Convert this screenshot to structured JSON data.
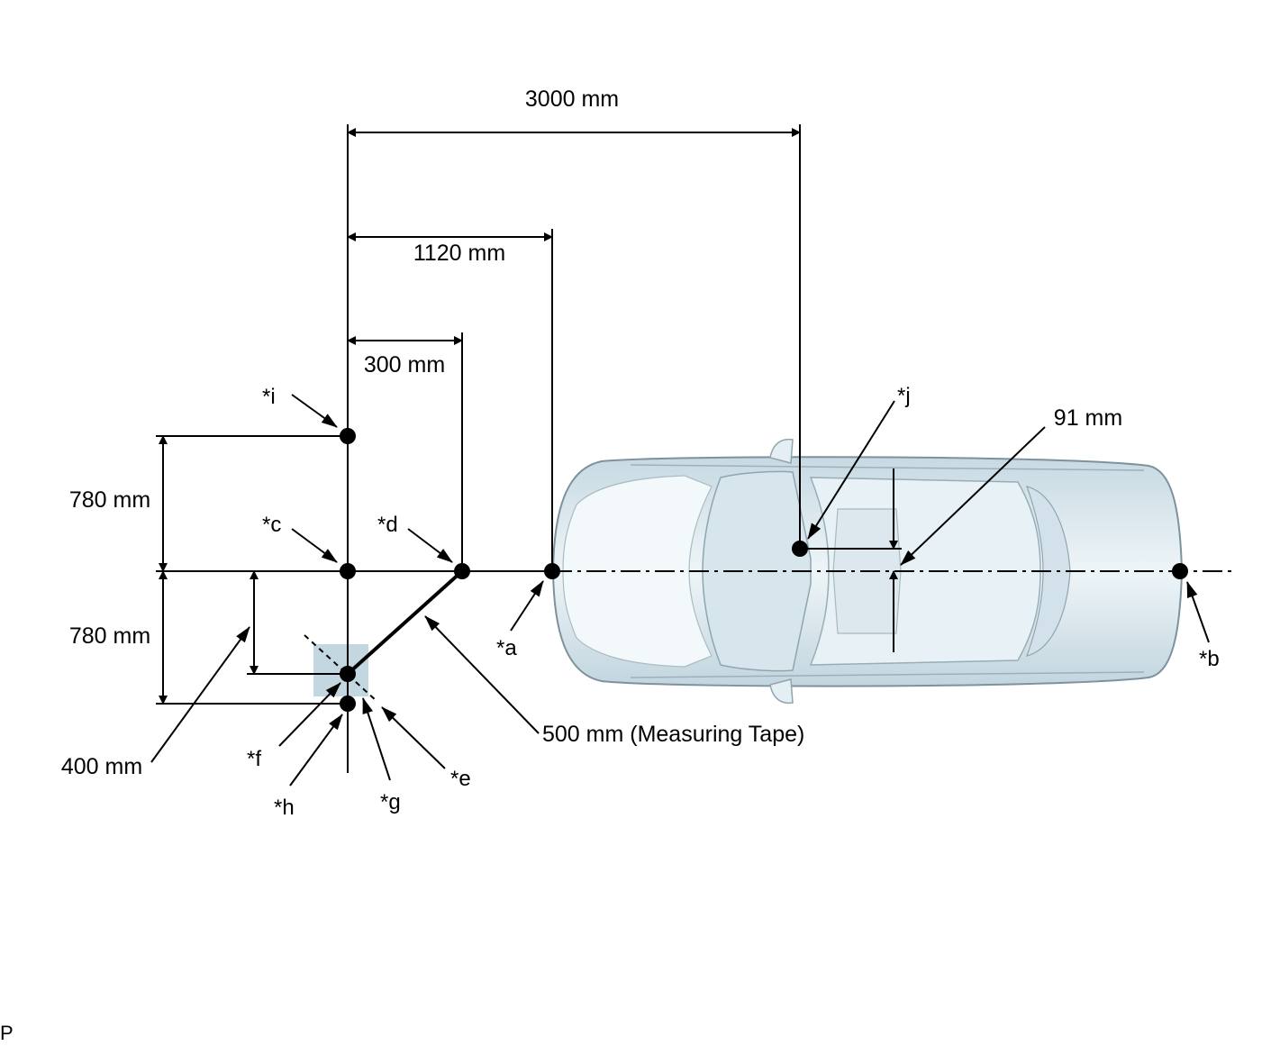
{
  "dimensions": {
    "d3000": "3000 mm",
    "d1120": "1120 mm",
    "d300": "300 mm",
    "d780_upper": "780 mm",
    "d780_lower": "780 mm",
    "d400": "400 mm",
    "d91": "91 mm",
    "d500": "500 mm (Measuring Tape)"
  },
  "callouts": {
    "a": "*a",
    "b": "*b",
    "c": "*c",
    "d": "*d",
    "e": "*e",
    "f": "*f",
    "g": "*g",
    "h": "*h",
    "i": "*i",
    "j": "*j"
  },
  "corner_mark": "P",
  "colors": {
    "line": "#000000",
    "highlight": "#b9d0dc",
    "car_body": "#e3eef3",
    "car_shade": "#c5d7e0",
    "car_edge": "#7d929c"
  }
}
